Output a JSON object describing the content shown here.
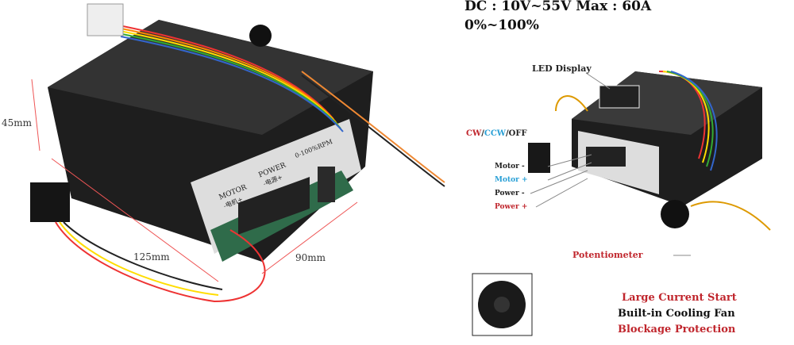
{
  "specs": {
    "voltage_current": "DC : 10V~55V   Max : 60A",
    "range": "0%~100%"
  },
  "left_photo": {
    "dimensions": {
      "height": "45mm",
      "length": "125mm",
      "width": "90mm"
    },
    "label_motor": "MOTOR",
    "label_motor_cn": "-电机+",
    "label_power": "POWER",
    "label_power_cn": "-电源+",
    "label_rpm": "0-100%RPM"
  },
  "right_photo": {
    "led_display": "LED Display",
    "switch": {
      "cw": "CW",
      "ccw": "CCW",
      "off": "OFF",
      "sep": "/"
    },
    "terminals": [
      "Motor -",
      "Motor +",
      "Power -",
      "Power +"
    ],
    "potentiometer": "Potentiometer"
  },
  "features": [
    "Large Current Start",
    "Built-in Cooling Fan",
    "Blockage Protection"
  ],
  "colors": {
    "red": "#c0262d",
    "blue": "#2aa0d6",
    "case": "#1c1c1c"
  }
}
